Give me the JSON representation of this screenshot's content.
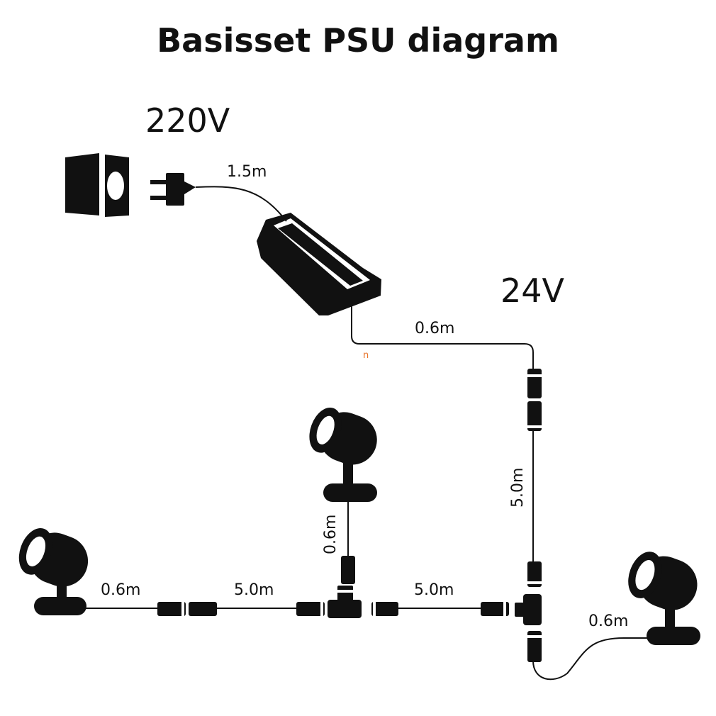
{
  "title": "Basisset PSU diagram",
  "voltage_input": "220V",
  "voltage_output": "24V",
  "lengths": {
    "plug_cable": "1.5m",
    "psu_output_cable": "0.6m",
    "trunk_vertical": "5.0m",
    "left_spot_cable": "0.6m",
    "left_extension": "5.0m",
    "middle_spot_cable": "0.6m",
    "right_extension": "5.0m",
    "right_spot_cable": "0.6m"
  },
  "stray_mark": "n",
  "colors": {
    "ink": "#111111",
    "background": "#ffffff",
    "stray_mark": "#e8742a"
  }
}
